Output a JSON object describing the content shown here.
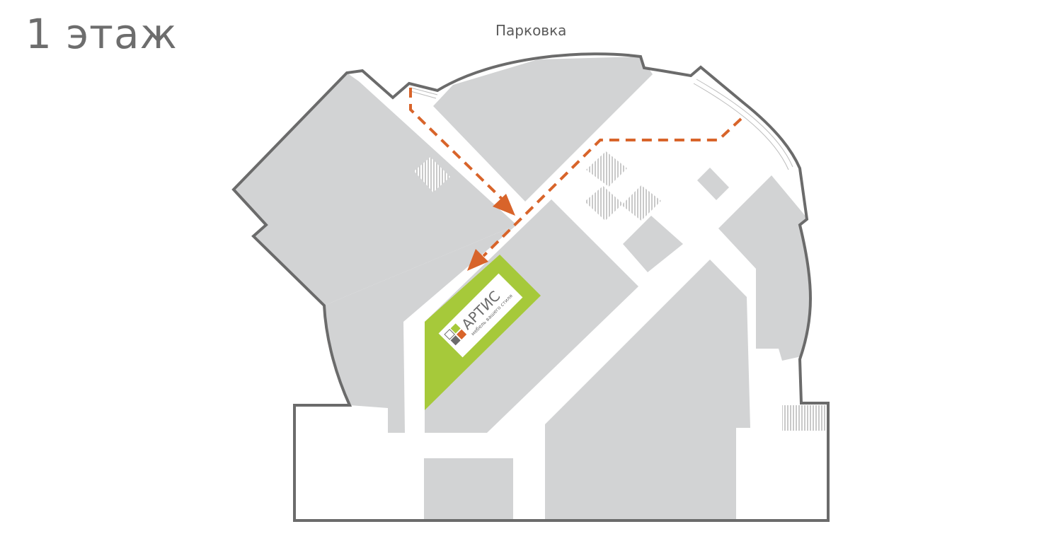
{
  "floor": {
    "title": "1 этаж"
  },
  "parking": {
    "label": "Парковка"
  },
  "store": {
    "brand": "АРТИС",
    "tagline": "мебель вашего стиля",
    "highlight_color": "#a6c93a"
  },
  "colors": {
    "wall": "#6b6b6b",
    "shop_block": "#d2d3d4",
    "corridor": "#ffffff",
    "route": "#d8642a"
  },
  "icons": [
    "stairs-icon",
    "route-arrow-icon",
    "logo-icon"
  ]
}
